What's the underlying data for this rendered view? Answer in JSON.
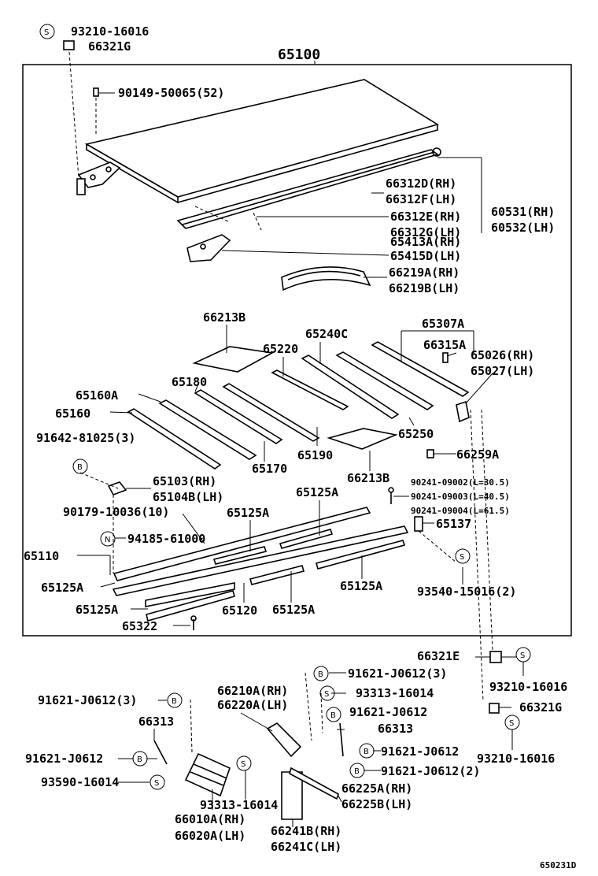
{
  "assembly": {
    "number": "65100"
  },
  "labels": {
    "l_sym_s1": "S",
    "l_93210_16016_a": "93210-16016",
    "l_66321g_a": "66321G",
    "l_90149": "90149-50065(52)",
    "l_66312d": "66312D(RH)",
    "l_66312f": "66312F(LH)",
    "l_66312e": "66312E(RH)",
    "l_66312g": "66312G(LH)",
    "l_60531": "60531(RH)",
    "l_60532": "60532(LH)",
    "l_65413a": "65413A(RH)",
    "l_65415d": "65415D(LH)",
    "l_66219a": "66219A(RH)",
    "l_66219b": "66219B(LH)",
    "l_66213b_a": "66213B",
    "l_65240c": "65240C",
    "l_65307a": "65307A",
    "l_65220": "65220",
    "l_66315a": "66315A",
    "l_65026": "65026(RH)",
    "l_65027": "65027(LH)",
    "l_65180": "65180",
    "l_65160a": "65160A",
    "l_65160": "65160",
    "l_65250": "65250",
    "l_65190": "65190",
    "l_65170": "65170",
    "l_91642": "91642-81025(3)",
    "l_sym_b1": "B",
    "l_66259a": "66259A",
    "l_66213b_b": "66213B",
    "l_65103": "65103(RH)",
    "l_65104b": "65104B(LH)",
    "l_90241_09002": "90241-09002(L=30.5)",
    "l_90241_09003": "90241-09003(L=40.5)",
    "l_90241_09004": "90241-09004(L=61.5)",
    "l_90179": "90179-10036(10)",
    "l_65125a_1": "65125A",
    "l_65125a_2": "65125A",
    "l_65137": "65137",
    "l_sym_n": "N",
    "l_94185": "94185-61000",
    "l_65110": "65110",
    "l_sym_s2": "S",
    "l_65125a_3": "65125A",
    "l_65125a_4": "65125A",
    "l_65125a_5": "65125A",
    "l_65125a_6": "65125A",
    "l_93540": "93540-15016(2)",
    "l_65120": "65120",
    "l_65322": "65322",
    "l_66321e": "66321E",
    "l_sym_s3": "S",
    "l_93210_16016_b": "93210-16016",
    "l_sym_b2": "B",
    "l_91621_j0612_3a": "91621-J0612(3)",
    "l_66210a": "66210A(RH)",
    "l_66220a": "66220A(LH)",
    "l_sym_s4": "S",
    "l_93313_16014_a": "93313-16014",
    "l_91621_j0612_3b": "91621-J0612(3)",
    "l_sym_b3": "B",
    "l_66321g_b": "66321G",
    "l_sym_b4": "B",
    "l_91621_j0612_a": "91621-J0612",
    "l_66313_a": "66313",
    "l_66313_b": "66313",
    "l_sym_s5": "S",
    "l_93210_16016_c": "93210-16016",
    "l_91621_j0612_b": "91621-J0612",
    "l_sym_b5": "B",
    "l_sym_b6": "B",
    "l_91621_j0612_c": "91621-J0612",
    "l_sym_s6": "S",
    "l_sym_b7": "B",
    "l_91621_j0612_2": "91621-J0612(2)",
    "l_93590": "93590-16014",
    "l_sym_s7": "S",
    "l_66225a": "66225A(RH)",
    "l_66225b": "66225B(LH)",
    "l_93313_16014_b": "93313-16014",
    "l_66010a": "66010A(RH)",
    "l_66020a": "66020A(LH)",
    "l_66241b": "66241B(RH)",
    "l_66241c": "66241C(LH)",
    "l_diagram_id": "650231D"
  }
}
